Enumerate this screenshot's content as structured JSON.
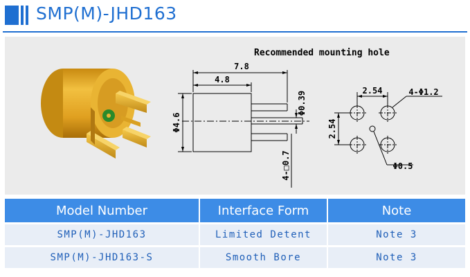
{
  "header": {
    "title": "SMP(M)-JHD163"
  },
  "drawing": {
    "caption": "Recommended mounting hole",
    "dim_overall_length": "7.8",
    "dim_body_length": "4.8",
    "dim_body_diameter": "Φ4.6",
    "dim_pin_diameter": "Φ0.39",
    "dim_square_pins": "4-□0.7",
    "dim_hole_pitch_x": "2.54",
    "dim_hole_pitch_y": "2.54",
    "dim_hole_size": "4-Φ1.2",
    "dim_center_hole": "Φ0.5"
  },
  "table": {
    "headers": [
      "Model Number",
      "Interface Form",
      "Note"
    ],
    "rows": [
      [
        "SMP(M)-JHD163",
        "Limited Detent",
        "Note 3"
      ],
      [
        "SMP(M)-JHD163-S",
        "Smooth Bore",
        "Note 3"
      ]
    ]
  },
  "colors": {
    "accent": "#1f6fd1",
    "table_header": "#3d8ce6",
    "table_row": "#e8eef7",
    "panel": "#ebebeb",
    "gold": "#e0a020"
  }
}
